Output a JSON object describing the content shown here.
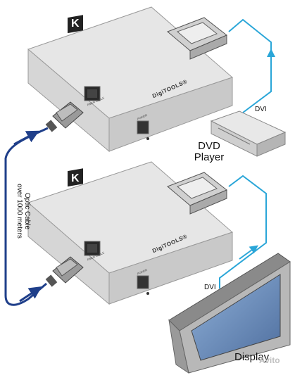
{
  "labels": {
    "dvi_top": "DVI",
    "dvi_bottom": "DVI",
    "dvd_player_line1": "DVD",
    "dvd_player_line2": "Player",
    "optic_cable_line1": "Optic Cable",
    "optic_cable_line2": "over 1000 meters",
    "display": "Display",
    "brand_top": "DigiTOOLS®",
    "brand_bottom": "DigiTOOLS®",
    "port_label_top": "FIBER CABLE",
    "port_label_bottom": "FIBER CABLE",
    "power_label_top": "POWER",
    "power_label_bottom": "POWER",
    "watermark": "Avito"
  },
  "colors": {
    "cable_blue": "#1f3f8a",
    "dvi_cable_cyan": "#2aa6d8",
    "box_top": "#e4e4e4",
    "box_side": "#bdbdbd",
    "box_front": "#cfcfcf",
    "screen": "#6d8fbf",
    "bezel": "#b8b8b8"
  }
}
